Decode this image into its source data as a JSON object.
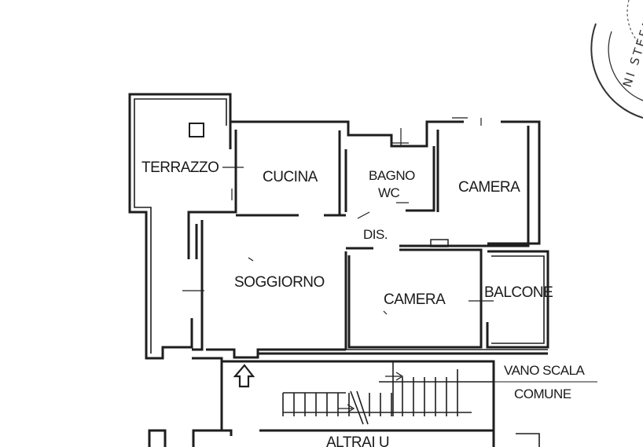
{
  "rooms": {
    "terrazzo": "TERRAZZO",
    "cucina": "CUCINA",
    "bagno_line1": "BAGNO",
    "bagno_line2": "WC",
    "camera_1": "CAMERA",
    "dis": "DIS.",
    "soggiorno": "SOGGIORNO",
    "camera_2": "CAMERA",
    "balcone": "BALCONE",
    "vano_scala_line1": "VANO SCALA",
    "vano_scala_line2": "COMUNE",
    "altrui": "ALTRAI U"
  },
  "stamp": {
    "text": "NI STEFA"
  }
}
